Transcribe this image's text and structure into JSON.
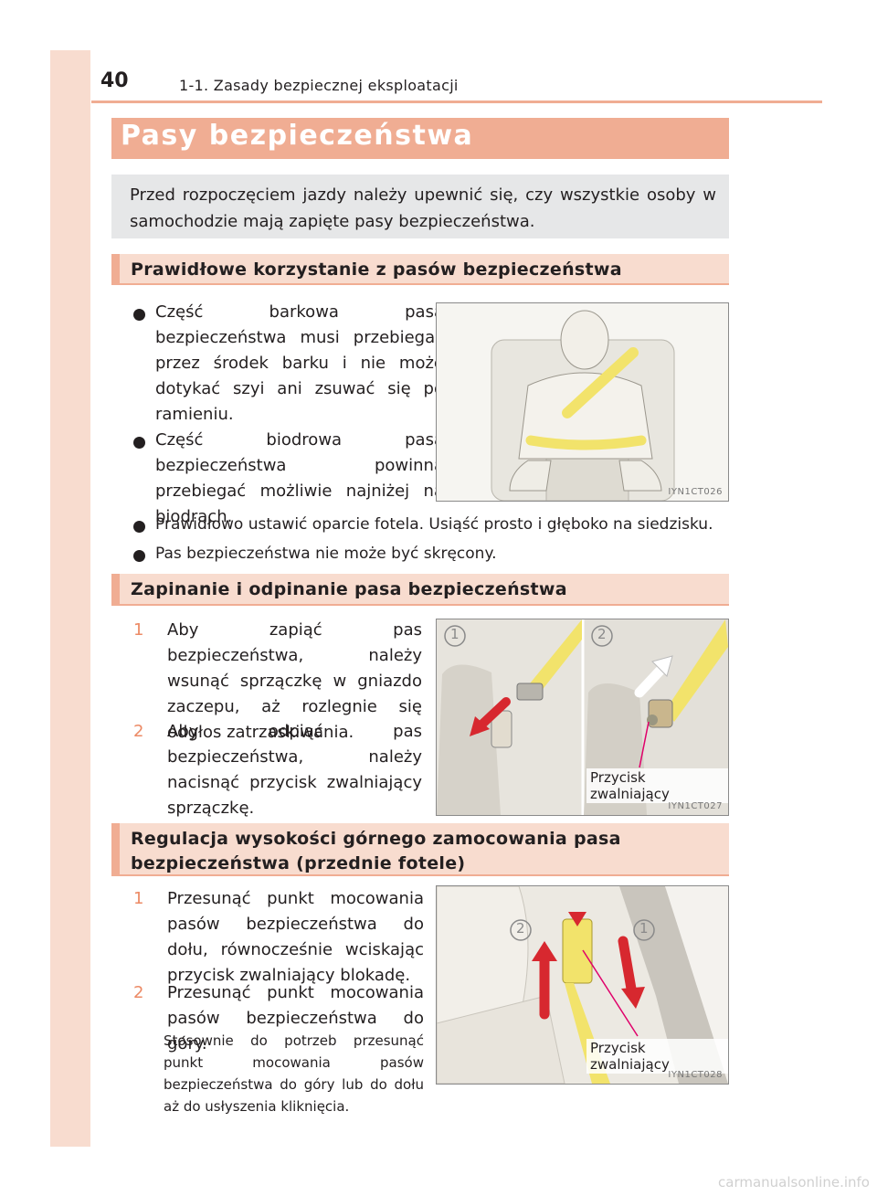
{
  "header": {
    "page_number": "40",
    "chapter": "1-1. Zasady bezpiecznej eksploatacji"
  },
  "title": "Pasy bezpieczeństwa",
  "intro": "Przed rozpoczęciem jazdy należy upewnić się, czy wszystkie osoby w samochodzie mają zapięte pasy bezpieczeństwa.",
  "section1": {
    "heading": "Prawidłowe korzystanie z pasów bezpieczeństwa",
    "bullets": [
      "Część barkowa pasa bezpieczeństwa musi przebiegać przez środek barku i nie może dotykać szyi ani zsuwać się po ramieniu.",
      "Część biodrowa pasa bezpieczeństwa powinna przebiegać możliwie najniżej na biodrach.",
      "Prawidłowo ustawić oparcie fotela. Usiąść prosto i głęboko na siedzisku.",
      "Pas bezpieczeństwa nie może być skręcony."
    ],
    "figure_code": "IYN1CT026"
  },
  "section2": {
    "heading": "Zapinanie i odpinanie pasa bezpieczeństwa",
    "steps": [
      {
        "num": "1",
        "text": "Aby zapiąć pas bezpieczeństwa, należy wsunąć sprzączkę w gniazdo zaczepu, aż rozlegnie się odgłos zatrzaskiwania."
      },
      {
        "num": "2",
        "text": "Aby odpiąć pas bezpieczeństwa, należy nacisnąć przycisk zwalniający sprzączkę."
      }
    ],
    "figure_label": "Przycisk zwalniający",
    "figure_code": "IYN1CT027",
    "callouts": [
      "1",
      "2"
    ]
  },
  "section3": {
    "heading": "Regulacja wysokości górnego zamocowania pasa bezpieczeństwa (przednie fotele)",
    "steps": [
      {
        "num": "1",
        "text": "Przesunąć punkt mocowania pasów bezpieczeństwa do dołu, równocześnie wciskając przycisk zwalniający blokadę."
      },
      {
        "num": "2",
        "text": "Przesunąć punkt mocowania pasów bezpieczeństwa do góry."
      }
    ],
    "note": "Stosownie do potrzeb przesunąć punkt mocowania pasów bezpieczeństwa do góry lub do dołu aż do usłyszenia kliknięcia.",
    "figure_label": "Przycisk zwalniający",
    "figure_code": "IYN1CT028",
    "callouts": [
      "2",
      "1"
    ]
  },
  "watermark": "carmanualsonline.info",
  "colors": {
    "accent": "#f0ad93",
    "band": "#f8dccf",
    "belt": "#f2e36b",
    "arrow": "#d7282f",
    "callout_line": "#e0006a"
  }
}
